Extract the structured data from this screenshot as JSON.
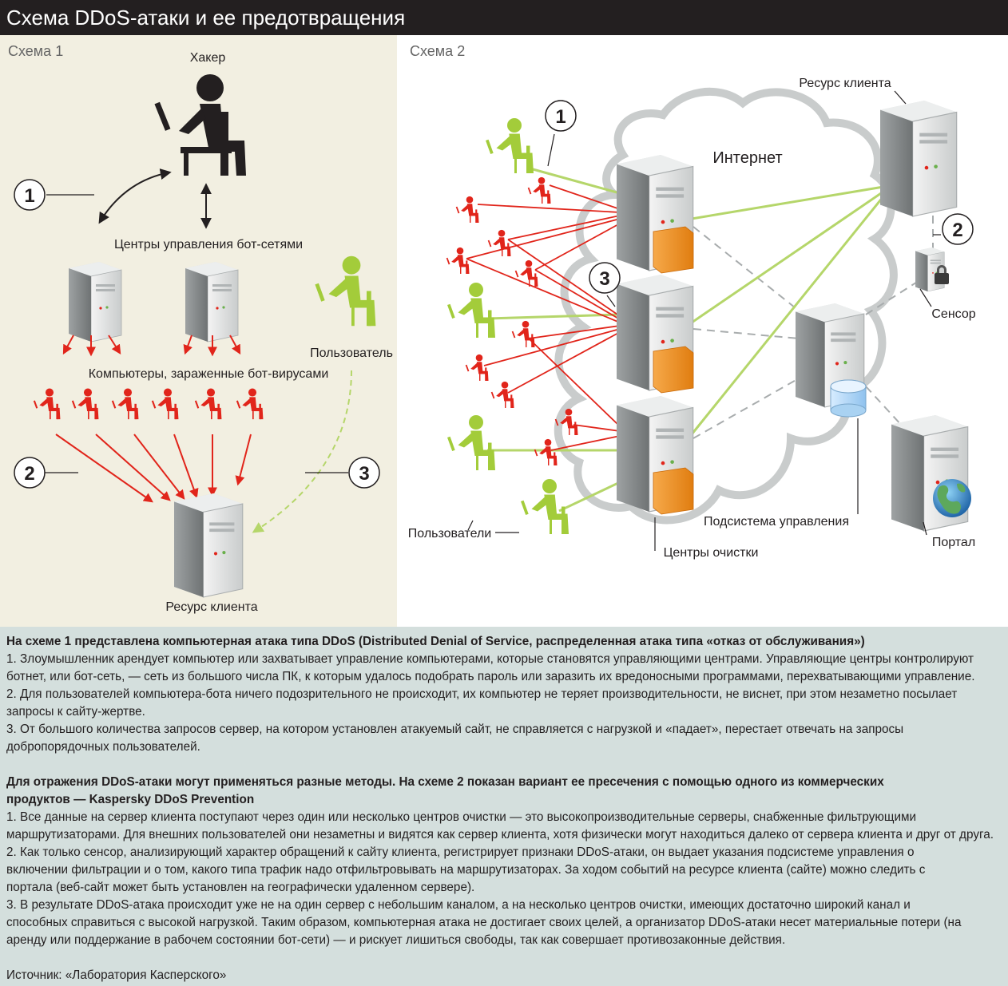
{
  "title": "Схема DDoS-атаки и ее предотвращения",
  "colors": {
    "bot_red": "#e1251b",
    "user_green": "#a3cc3a",
    "panel1_bg": "#f2efe1",
    "bottom_bg": "#d4dfdd",
    "filter_orange": "#f29223",
    "title_bg": "#231f20"
  },
  "scheme1": {
    "label": "Схема 1",
    "hacker": "Хакер",
    "control_centers": "Центры управления бот-сетями",
    "infected": "Компьютеры, зараженные бот-вирусами",
    "user": "Пользователь",
    "resource": "Ресурс клиента",
    "markers": [
      "1",
      "2",
      "3"
    ]
  },
  "scheme2": {
    "label": "Схема 2",
    "internet": "Интернет",
    "resource": "Ресурс клиента",
    "sensor": "Сенсор",
    "management": "Подсистема управления",
    "cleaning_centers": "Центры очистки",
    "users": "Пользователи",
    "portal": "Портал",
    "markers": [
      "1",
      "2",
      "3"
    ]
  },
  "text": {
    "s1_heading": "На схеме 1 представлена компьютерная атака типа DDoS (Distributed Denial of Service, распределенная атака типа «отказ от обслуживания»)",
    "s1_p1a": "1. Злоумышленник арендует компьютер или захватывает управление компьютерами, которые становятся управляющими центрами. Управляющие центры контролируют",
    "s1_p1b": "ботнет, или бот-сеть, — сеть из большого числа ПК, к которым удалось подобрать пароль или заразить их вредоносными программами, перехватывающими управление.",
    "s1_p2a": "2. Для пользователей компьютера-бота ничего подозрительного не происходит, их компьютер не теряет производительности, не виснет, при этом незаметно посылает",
    "s1_p2b": "запросы к сайту-жертве.",
    "s1_p3a": "3. От большого количества запросов сервер, на котором установлен атакуемый сайт, не справляется с нагрузкой и «падает», перестает отвечать на запросы",
    "s1_p3b": "добропорядочных пользователей.",
    "s2_heading_a": "Для отражения DDoS-атаки могут применяться разные методы. На схеме 2 показан вариант ее пресечения с помощью одного из коммерческих",
    "s2_heading_b": "продуктов — Kaspersky DDoS Prevention",
    "s2_p1a": "1. Все данные на сервер клиента поступают через один или несколько центров очистки — это высокопроизводительные серверы, снабженные фильтрующими",
    "s2_p1b": "маршрутизаторами. Для внешних пользователей они незаметны и видятся как сервер клиента, хотя физически могут находиться далеко от сервера клиента и друг от друга.",
    "s2_p2a": "2. Как только сенсор, анализирующий характер обращений к сайту клиента, регистрирует признаки DDoS-атаки, он выдает указания подсистеме управления о",
    "s2_p2b": "включении фильтрации и о том, какого типа трафик надо отфильтровывать на маршрутизаторах. За ходом событий на ресурсе клиента (сайте) можно следить с",
    "s2_p2c": "портала (веб-сайт может быть установлен на географически удаленном сервере).",
    "s2_p3a": "3. В результате DDoS-атака происходит уже не на один сервер с небольшим каналом, а на несколько центров очистки, имеющих достаточно широкий канал и",
    "s2_p3b": "способных справиться с высокой нагрузкой. Таким образом, компьютерная атака не достигает своих целей, а организатор DDoS-атаки несет материальные потери (на",
    "s2_p3c": "аренду или поддержание в рабочем состоянии бот-сети) — и рискует лишиться свободы, так как совершает противозаконные действия.",
    "source": "Источник: «Лаборатория Касперского»"
  }
}
